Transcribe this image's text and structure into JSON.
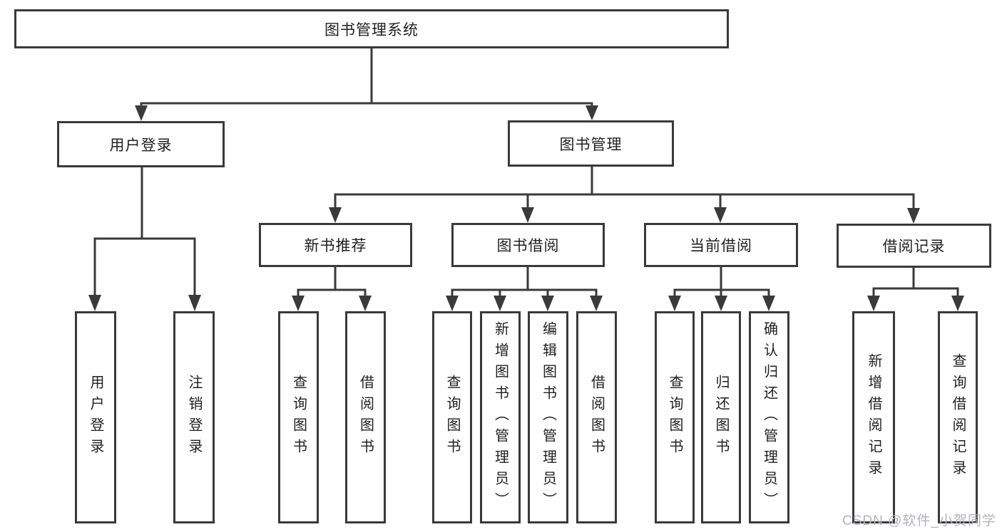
{
  "diagram_title": "图书管理系统",
  "tree": {
    "root": "图书管理系统",
    "children": [
      {
        "label": "用户登录",
        "children": [
          {
            "label": "用户登录"
          },
          {
            "label": "注销登录"
          }
        ]
      },
      {
        "label": "图书管理",
        "children": [
          {
            "label": "新书推荐",
            "children": [
              {
                "label": "查询图书"
              },
              {
                "label": "借阅图书"
              }
            ]
          },
          {
            "label": "图书借阅",
            "children": [
              {
                "label": "查询图书"
              },
              {
                "label": "新增图书（管理员）"
              },
              {
                "label": "编辑图书（管理员）"
              },
              {
                "label": "借阅图书"
              }
            ]
          },
          {
            "label": "当前借阅",
            "children": [
              {
                "label": "查询图书"
              },
              {
                "label": "归还图书"
              },
              {
                "label": "确认归还（管理员）"
              }
            ]
          },
          {
            "label": "借阅记录",
            "children": [
              {
                "label": "新增借阅记录"
              },
              {
                "label": "查询借阅记录"
              }
            ]
          }
        ]
      }
    ]
  },
  "watermark": {
    "text": "CSDN @软件_小贺同学"
  },
  "colors": {
    "line": "#3a3a3a",
    "box_border": "#3a3a3a",
    "text": "#1f1f1f",
    "watermark": "#b3b3bb",
    "background": "#ffffff"
  }
}
